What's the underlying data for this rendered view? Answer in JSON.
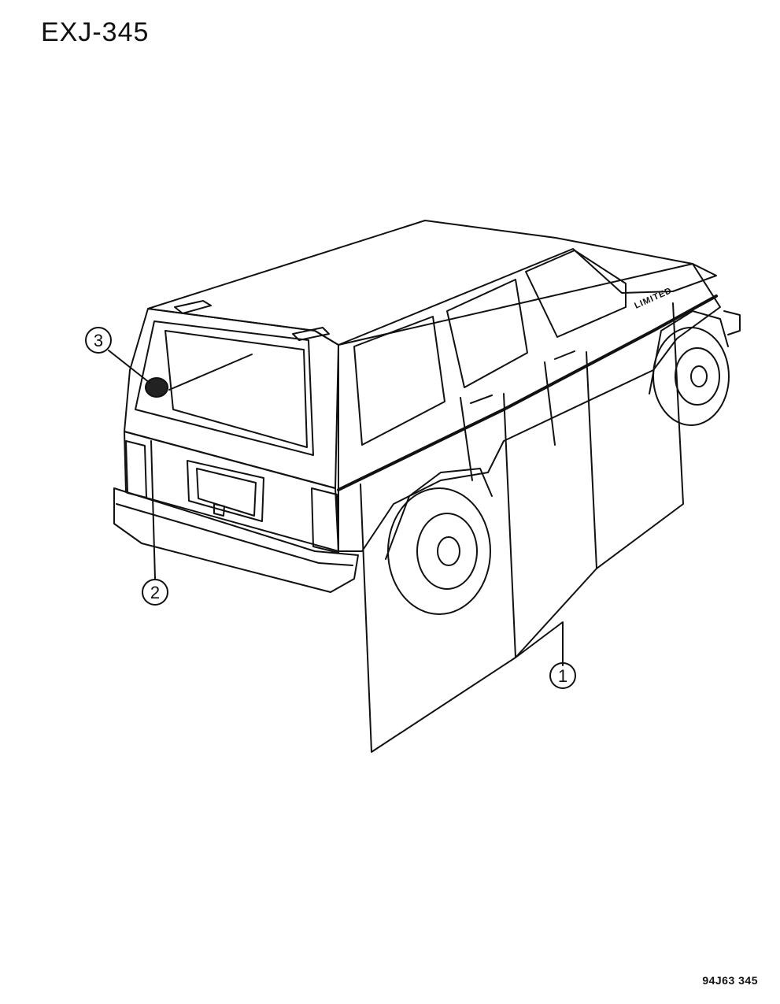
{
  "header": {
    "title": "EXJ-345"
  },
  "footer": {
    "figure_code": "94J63 345"
  },
  "vehicle": {
    "side_badge": "LIMITED"
  },
  "callouts": [
    {
      "number": "1"
    },
    {
      "number": "2"
    },
    {
      "number": "3"
    }
  ]
}
